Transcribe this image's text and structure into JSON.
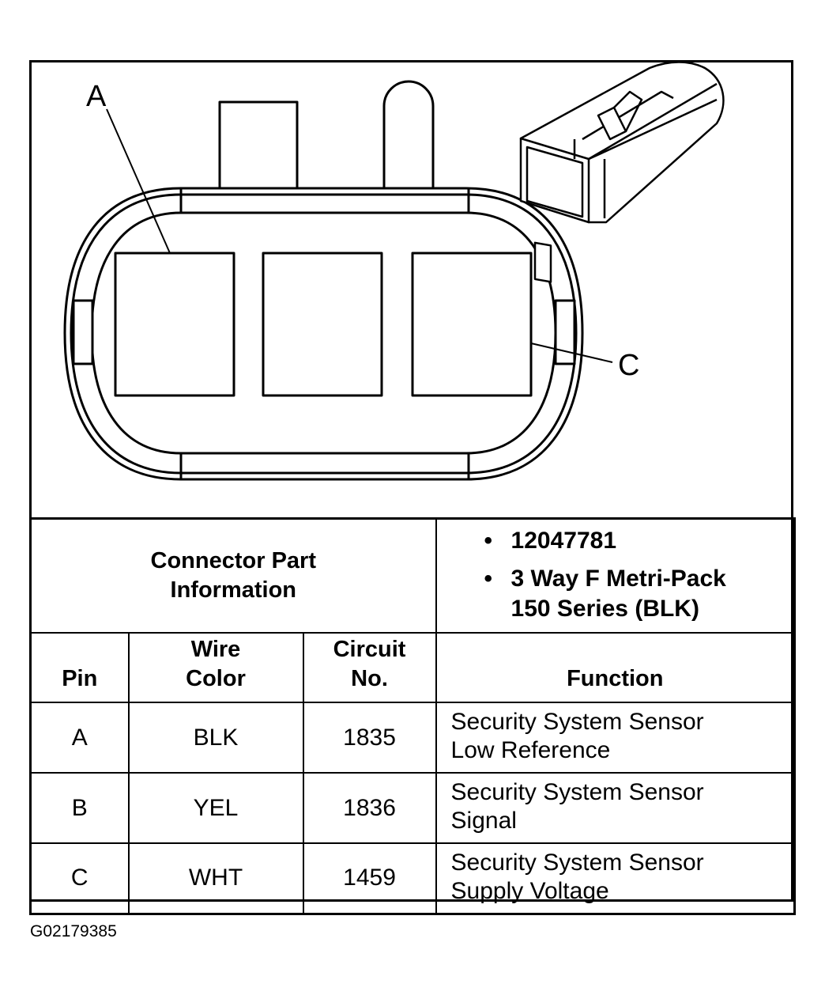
{
  "diagram": {
    "callouts": {
      "a": "A",
      "c": "C"
    }
  },
  "connector_part_info": {
    "label_line1": "Connector Part",
    "label_line2": "Information",
    "items": [
      {
        "lines": [
          "12047781"
        ]
      },
      {
        "lines": [
          "3 Way F Metri-Pack",
          "150 Series (BLK)"
        ]
      }
    ]
  },
  "table": {
    "headers": {
      "pin": "Pin",
      "wire_color_line1": "Wire",
      "wire_color_line2": "Color",
      "circuit_line1": "Circuit",
      "circuit_line2": "No.",
      "function": "Function"
    },
    "rows": [
      {
        "pin": "A",
        "wire_color": "BLK",
        "circuit": "1835",
        "function_line1": "Security System Sensor",
        "function_line2": "Low Reference"
      },
      {
        "pin": "B",
        "wire_color": "YEL",
        "circuit": "1836",
        "function_line1": "Security System Sensor",
        "function_line2": "Signal"
      },
      {
        "pin": "C",
        "wire_color": "WHT",
        "circuit": "1459",
        "function_line1": "Security System Sensor",
        "function_line2": "Supply Voltage"
      }
    ]
  },
  "figure_id": "G02179385"
}
